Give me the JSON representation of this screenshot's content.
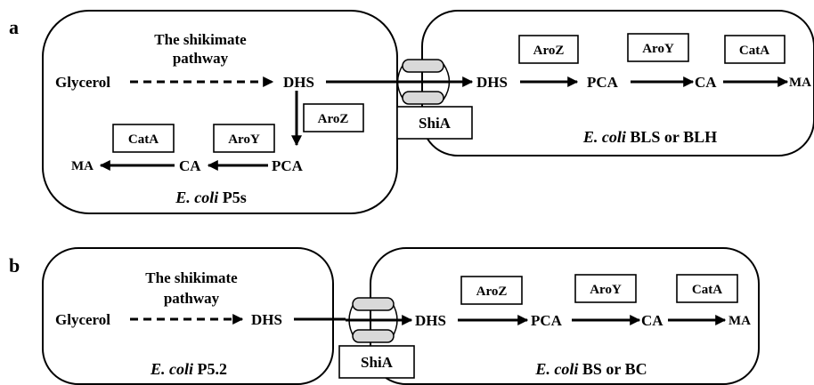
{
  "panels": {
    "a": {
      "label": "a",
      "producer": {
        "pathway_line1": "The shikimate",
        "pathway_line2": "pathway",
        "substrate": "Glycerol",
        "dhs": "DHS",
        "aroz": "AroZ",
        "aroy": "AroY",
        "cata": "CatA",
        "pca": "PCA",
        "ca": "CA",
        "ma": "MA",
        "strain_italic": "E. coli",
        "strain_rest": " P5s"
      },
      "transporter": "ShiA",
      "converter": {
        "dhs": "DHS",
        "aroz": "AroZ",
        "aroy": "AroY",
        "cata": "CatA",
        "pca": "PCA",
        "ca": "CA",
        "ma": "MA",
        "strain_italic": "E. coli",
        "strain_rest": " BLS or BLH"
      }
    },
    "b": {
      "label": "b",
      "producer": {
        "pathway_line1": "The shikimate",
        "pathway_line2": "pathway",
        "substrate": "Glycerol",
        "dhs": "DHS",
        "strain_italic": "E. coli",
        "strain_rest": " P5.2"
      },
      "transporter": "ShiA",
      "converter": {
        "dhs": "DHS",
        "aroz": "AroZ",
        "aroy": "AroY",
        "cata": "CatA",
        "pca": "PCA",
        "ca": "CA",
        "ma": "MA",
        "strain_italic": "E. coli",
        "strain_rest": " BS or BC"
      }
    }
  }
}
